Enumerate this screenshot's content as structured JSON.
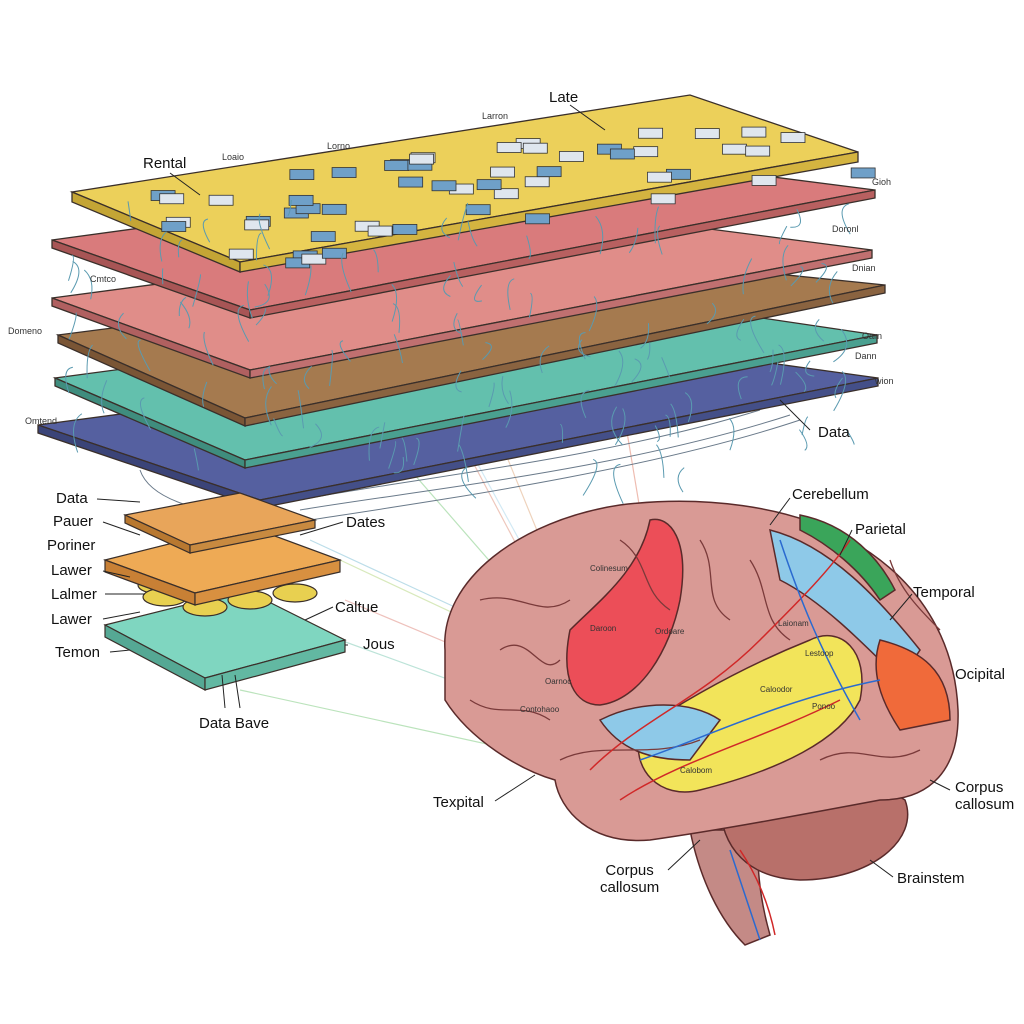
{
  "colors": {
    "layer_yellow": "#ecd05a",
    "layer_pink": "#d97b7c",
    "layer_pink2": "#e08d89",
    "layer_brown": "#a57a4f",
    "layer_teal": "#63c0ad",
    "layer_navy": "#5560a0",
    "chip_orange": "#eeaa55",
    "base_teal": "#7fd6c0",
    "brain_pink": "#d99a95",
    "region_red": "#ec4e58",
    "region_yellow": "#f2e45a",
    "region_blue": "#8ec9e8",
    "region_green": "#3aa55a",
    "region_orange": "#f06a3a",
    "cerebellum": "#b8706a"
  },
  "stack_labels": {
    "top": "Late",
    "left_top": "Rental",
    "small_1": "Larron",
    "small_2": "Loaio",
    "small_3": "Lorno",
    "right_1": "Gioh",
    "right_2": "Doronl",
    "right_3": "Dnian",
    "right_4": "Oarn",
    "right_5": "Dann",
    "right_6": "wion",
    "left_1": "Cmtco",
    "left_2": "Domeno",
    "left_3": "Omtend",
    "data_right": "Data"
  },
  "chip_labels": {
    "left": [
      "Data",
      "Pauer",
      "Poriner",
      "Lawer",
      "Lalmer",
      "Lawer",
      "Temon"
    ],
    "right": [
      "Dates",
      "Caltue",
      "Jous"
    ],
    "bottom": "Data Bave"
  },
  "brain_labels": {
    "cerebellum": "Cerebellum",
    "parietal": "Parietal",
    "temporal": "Temporal",
    "ocipital": "Ocipital",
    "corpus_right": "Corpus\ncallosum",
    "brainstem": "Brainstem",
    "corpus_bottom": "Corpus\ncallosum",
    "texpital": "Texpital"
  },
  "brain_inner_labels": [
    "Colinesum",
    "Daroon",
    "Ordoare",
    "Laionam",
    "Lestoop",
    "Ponoo",
    "Caloodor",
    "Calobom",
    "Contohaoo",
    "Oarnoc"
  ]
}
